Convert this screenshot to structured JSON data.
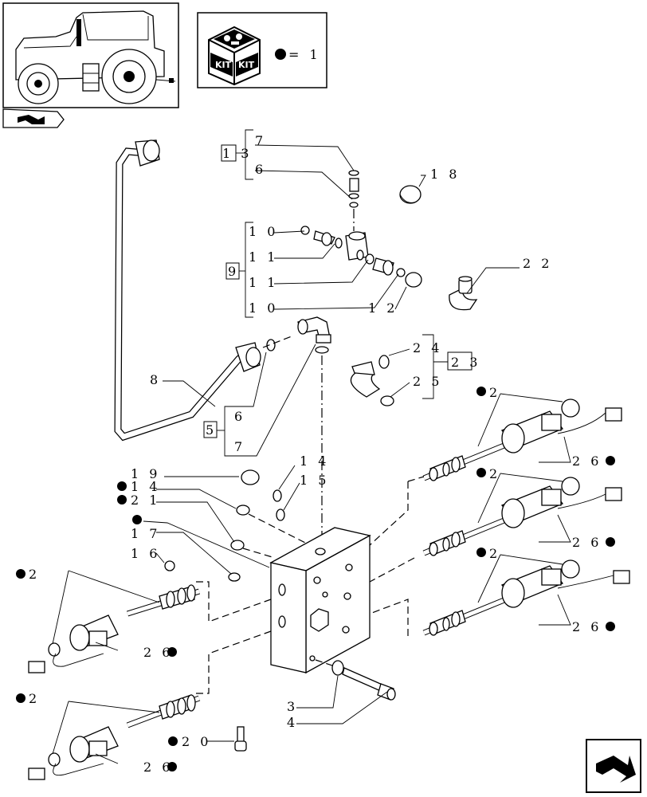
{
  "kit_legend": {
    "kit_label_1": "KIT",
    "kit_label_2": "KIT",
    "equals_text": "= 1"
  },
  "labels": {
    "l13": "1 3",
    "l7a": "7",
    "l6a": "6",
    "l18": "1 8",
    "l10a": "1 0",
    "l11a": "1 1",
    "l9": "9",
    "l11b": "1 1",
    "l10b": "1 0",
    "l12": "1 2",
    "l22": "2 2",
    "l24": "2 4",
    "l23": "2 3",
    "l25": "2 5",
    "l8": "8",
    "l5": "5",
    "l6b": "6",
    "l7b": "7",
    "l19": "1 9",
    "l14a": "1 4",
    "l14b": "1 4",
    "l15": "1 5",
    "l21": "2 1",
    "l17": "1 7",
    "l16": "1 6",
    "l2a": "2",
    "l2b": "2",
    "l2c": "2",
    "l2d": "2",
    "l2e": "2",
    "l26a": "2 6",
    "l26b": "2 6",
    "l26c": "2 6",
    "l26d": "2 6",
    "l26e": "2 6",
    "l3": "3",
    "l4": "4",
    "l20": "2 0"
  },
  "icons": [
    "tractor-thumbnail",
    "kit-box-icon",
    "next-page-arrow-icon",
    "prev-page-arrow-icon"
  ]
}
